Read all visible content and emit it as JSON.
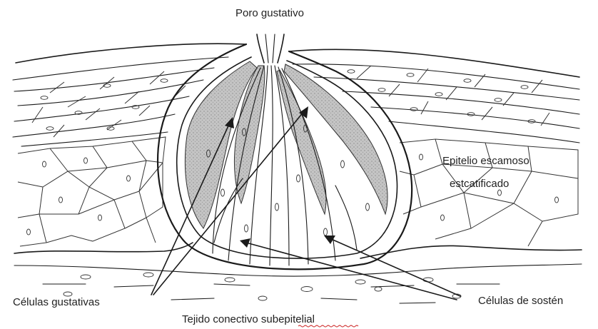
{
  "labels": {
    "poro": "Poro gustativo",
    "epitelio_line1": "Epitelio escamoso",
    "epitelio_line2": "estcatificado",
    "gustativas": "Células gustativas",
    "sosten": "Células de sostén",
    "tejido_part1": "Tejido conectivo ",
    "tejido_part2": "subepitelial"
  },
  "colors": {
    "ink": "#1a1a1a",
    "shade": "#b9b9b9",
    "spellcheck_underline": "#d23b3b"
  }
}
